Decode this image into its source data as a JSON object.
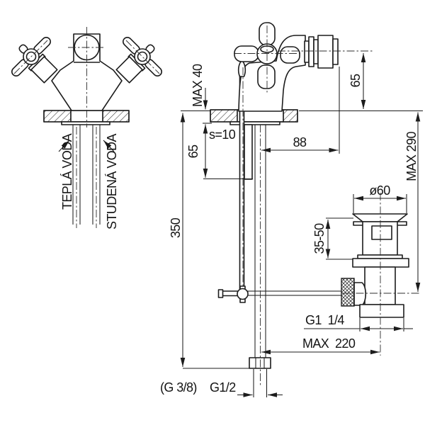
{
  "colors": {
    "line": "#1c1c1c",
    "background": "#ffffff"
  },
  "front_view": {
    "hot_water": "TEPLÁ VODA",
    "cold_water": "STUDENÁ VODA"
  },
  "side_view": {
    "max_deck_clamp": "MAX 40",
    "deck_thickness": "s=10",
    "shank_below_deck": "65",
    "spout_height_above_deck": "65",
    "spout_reach": "88",
    "supply_pipe_length": "350",
    "max_rod_depth_below_deck": "MAX 290",
    "max_horizontal_rod_reach": "MAX  220",
    "inlet_thread": "G1/2",
    "inlet_thread_alt": "(G 3/8)"
  },
  "drain_assembly": {
    "flange_diameter": "ø60",
    "mounting_range": "35-50",
    "outlet_thread": "G1  1/4"
  }
}
